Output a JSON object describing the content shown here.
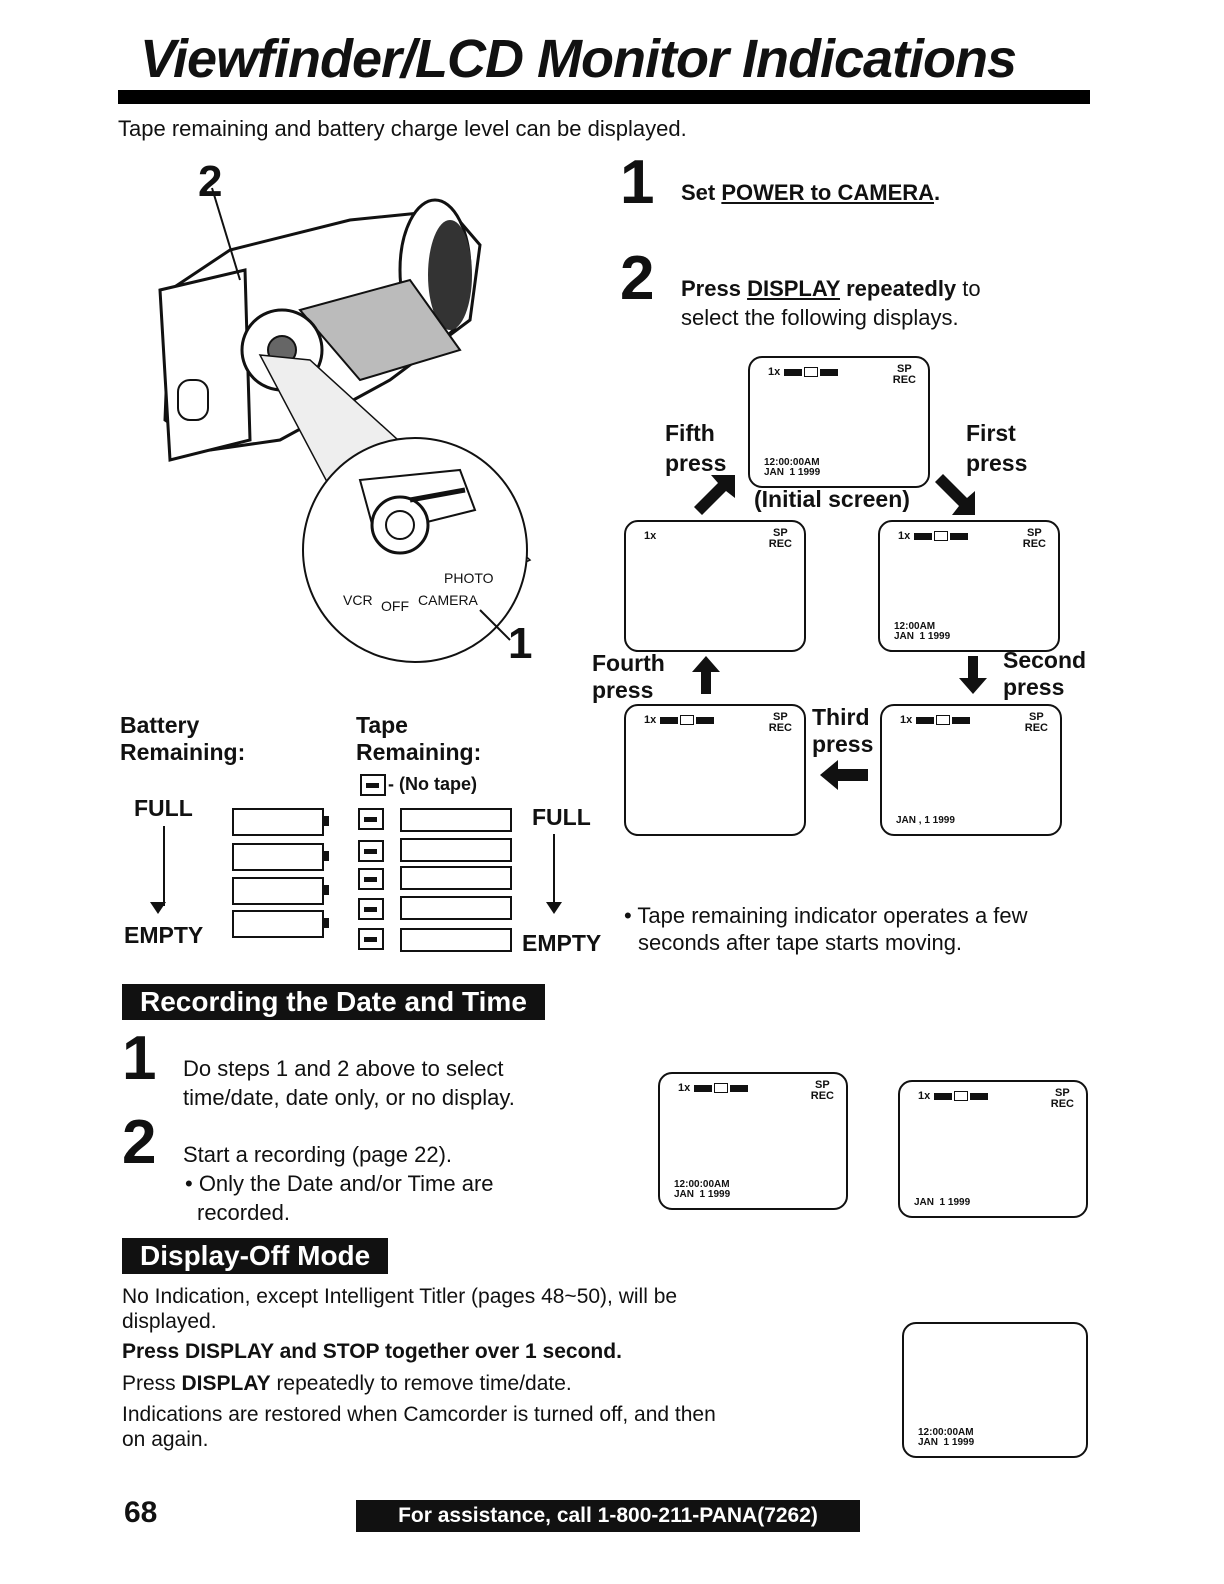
{
  "header": {
    "title": "Viewfinder/LCD Monitor Indications",
    "intro": "Tape remaining and battery charge level can be displayed."
  },
  "illustration": {
    "callout_2": "2",
    "callout_1": "1",
    "switch_photo": "PHOTO",
    "switch_vcr": "VCR",
    "switch_off": "OFF",
    "switch_camera": "CAMERA"
  },
  "steps": {
    "s1_num": "1",
    "s1_text_prefix": "Set ",
    "s1_text_power": "POWER to CAMERA",
    "s1_text_suffix": ".",
    "s2_num": "2",
    "s2_line1_display": "DISPLAY",
    "s2_line1_rest_bold": " repeatedly",
    "s2_line1_pre": "Press ",
    "s2_line1_tail": " to",
    "s2_line2": "select the following displays."
  },
  "screens": {
    "zoom": "1x",
    "sp": "SP",
    "rec": "REC",
    "time_full": "12:00:00AM",
    "time_short": "12:00AM",
    "date": "JAN  1 1999",
    "date_alt": "JAN , 1 1999",
    "initial": "(Initial screen)",
    "first_press": [
      "First",
      "press"
    ],
    "second_press": [
      "Second",
      "press"
    ],
    "third_press": [
      "Third",
      "press"
    ],
    "fourth_press": [
      "Fourth",
      "press"
    ],
    "fifth_press": [
      "Fifth",
      "press"
    ]
  },
  "indicators": {
    "battery_label": [
      "Battery",
      "Remaining:"
    ],
    "tape_label": [
      "Tape",
      "Remaining:"
    ],
    "no_tape": "- (No tape)",
    "full": "FULL",
    "empty": "EMPTY"
  },
  "note": [
    "• Tape remaining indicator operates a few",
    "seconds after tape starts moving."
  ],
  "rec_date": {
    "heading": "Recording the Date and Time",
    "n1": "1",
    "t1": [
      "Do steps 1 and 2 above to select",
      "time/date, date only, or no display."
    ],
    "n2": "2",
    "t2": "Start a recording (page 22).",
    "t2_bullet": [
      "• Only the Date and/or Time are",
      "recorded."
    ]
  },
  "display_off": {
    "heading": "Display-Off Mode",
    "p1": [
      "No Indication, except Intelligent Titler (pages 48~50), will be",
      "displayed."
    ],
    "p2": "Press DISPLAY and STOP together over 1 second.",
    "p3_pre": "Press ",
    "p3_bold": "DISPLAY",
    "p3_rest": " repeatedly to remove time/date.",
    "p4": [
      "Indications are restored when Camcorder is turned off, and then",
      "on again."
    ]
  },
  "footer": {
    "page": "68",
    "assist": "For assistance, call 1-800-211-PANA(7262)"
  }
}
